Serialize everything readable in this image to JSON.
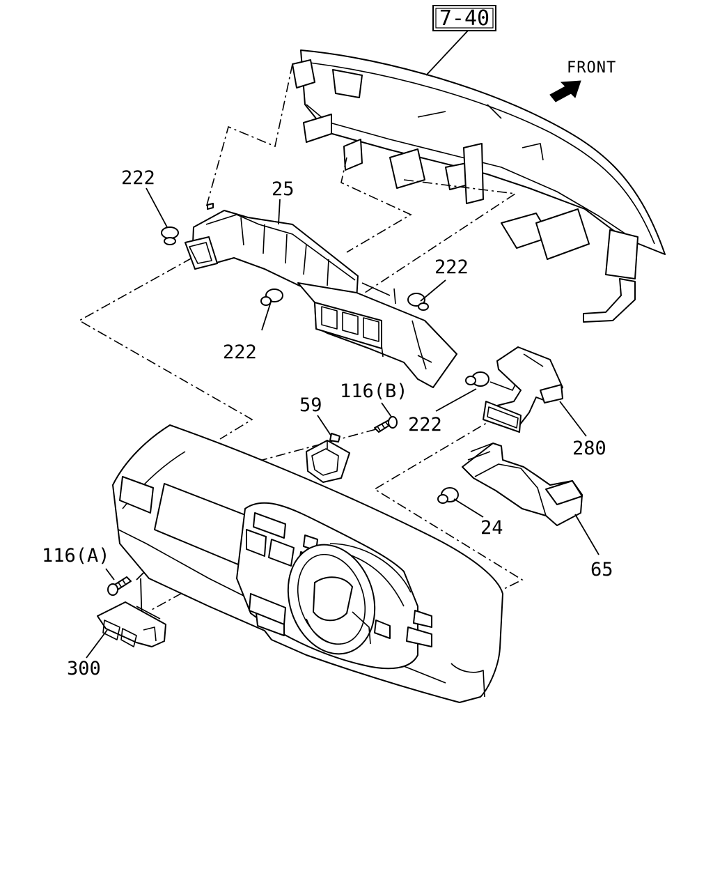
{
  "reference_box": "7-40",
  "direction_label": "FRONT",
  "callouts": {
    "c222_left": "222",
    "c25": "25",
    "c222_right": "222",
    "c222_center": "222",
    "c116b": "116(B)",
    "c59": "59",
    "c222_side": "222",
    "c280": "280",
    "c24": "24",
    "c65": "65",
    "c116a": "116(A)",
    "c300": "300"
  },
  "icons": {
    "direction_arrow": "arrow-up-right-icon",
    "fastener": "clip-icon",
    "screw": "screw-icon"
  },
  "colors": {
    "line": "#000000",
    "background": "#ffffff"
  }
}
